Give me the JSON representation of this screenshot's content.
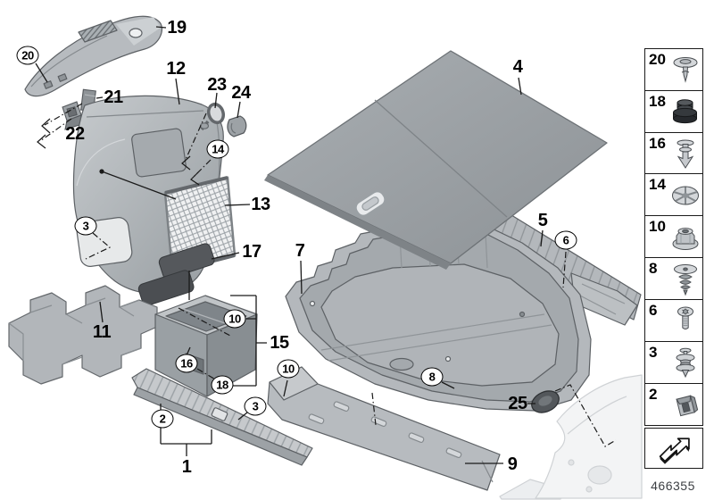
{
  "figure": {
    "part_number": "466355"
  },
  "labels": {
    "1": "1",
    "2": "2",
    "3": "3",
    "4": "4",
    "5": "5",
    "6": "6",
    "7": "7",
    "8": "8",
    "9": "9",
    "10": "10",
    "11": "11",
    "12": "12",
    "13": "13",
    "14": "14",
    "15": "15",
    "16": "16",
    "17": "17",
    "18": "18",
    "19": "19",
    "20": "20",
    "21": "21",
    "22": "22",
    "23": "23",
    "24": "24",
    "25": "25"
  },
  "legend": {
    "items": [
      {
        "number": "20",
        "icon": "push-rivet"
      },
      {
        "number": "18",
        "icon": "sealing-plug"
      },
      {
        "number": "16",
        "icon": "expansion-rivet"
      },
      {
        "number": "14",
        "icon": "claw-washer"
      },
      {
        "number": "10",
        "icon": "flange-nut"
      },
      {
        "number": "8",
        "icon": "coarse-thread-screw"
      },
      {
        "number": "6",
        "icon": "screw"
      },
      {
        "number": "3",
        "icon": "expansion-clip"
      },
      {
        "number": "2",
        "icon": "clamp-nut"
      }
    ],
    "footer_icon": "direction-arrow"
  }
}
